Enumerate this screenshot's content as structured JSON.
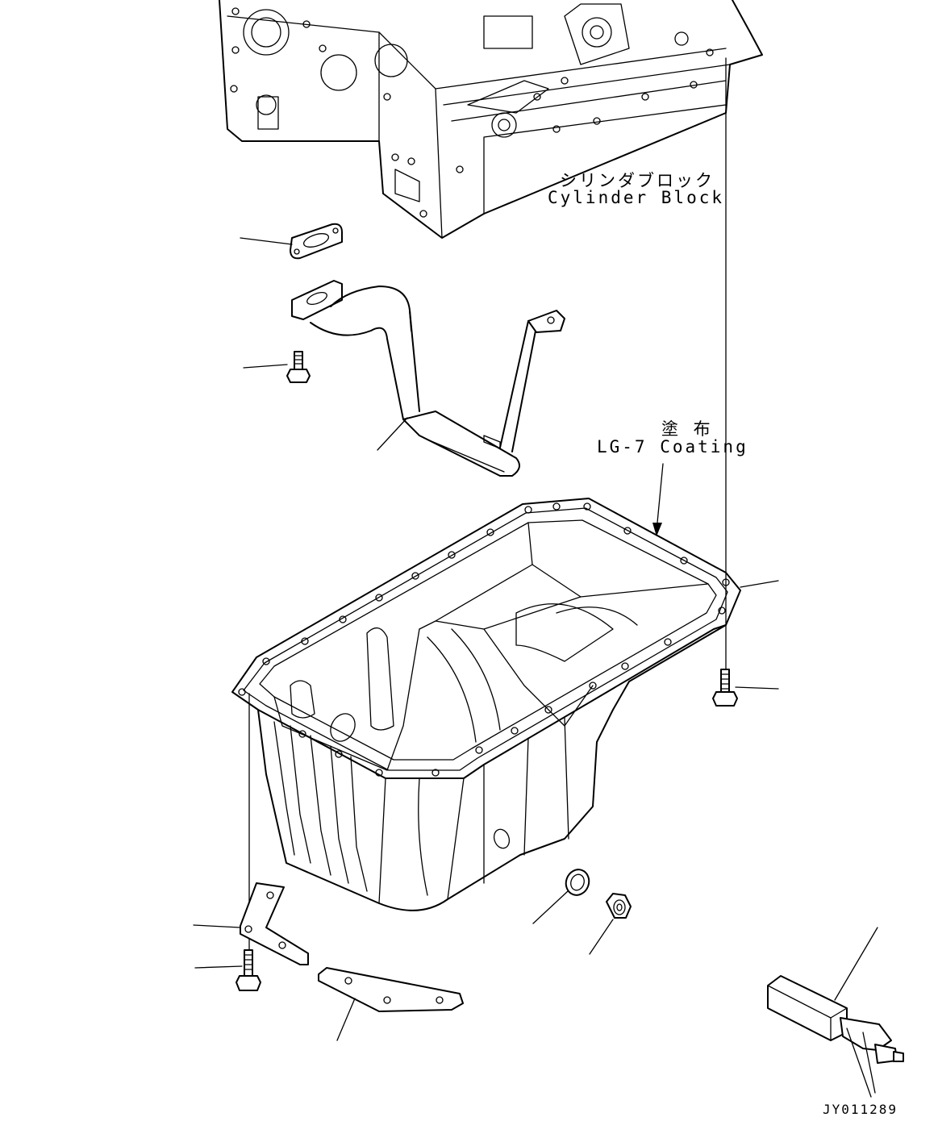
{
  "labels": {
    "cylinder_block_jp": "シリンダブロック",
    "cylinder_block_en": "Cylinder Block",
    "coating_jp": "塗 布",
    "coating_en": "LG-7 Coating",
    "drawing_id": "JY011289"
  },
  "parts": [
    {
      "name": "oil-pan",
      "icon": "oil-pan-icon"
    },
    {
      "name": "strainer-tube-gasket",
      "icon": "gasket-icon"
    },
    {
      "name": "oil-strainer-tube",
      "icon": "strainer-tube-icon"
    },
    {
      "name": "tube-mount-bolt",
      "icon": "bolt-icon"
    },
    {
      "name": "oil-pan-bolt",
      "icon": "bolt-icon"
    },
    {
      "name": "drain-plug-gasket",
      "icon": "washer-icon"
    },
    {
      "name": "drain-plug",
      "icon": "plug-icon"
    },
    {
      "name": "front-reinforcement-plate",
      "icon": "plate-icon"
    },
    {
      "name": "rear-reinforcement-plate",
      "icon": "plate-icon"
    },
    {
      "name": "plate-bolt",
      "icon": "bolt-icon"
    },
    {
      "name": "sealant-applicator",
      "icon": "tool-icon"
    }
  ],
  "colors": {
    "line": "#000000",
    "background": "#ffffff"
  }
}
